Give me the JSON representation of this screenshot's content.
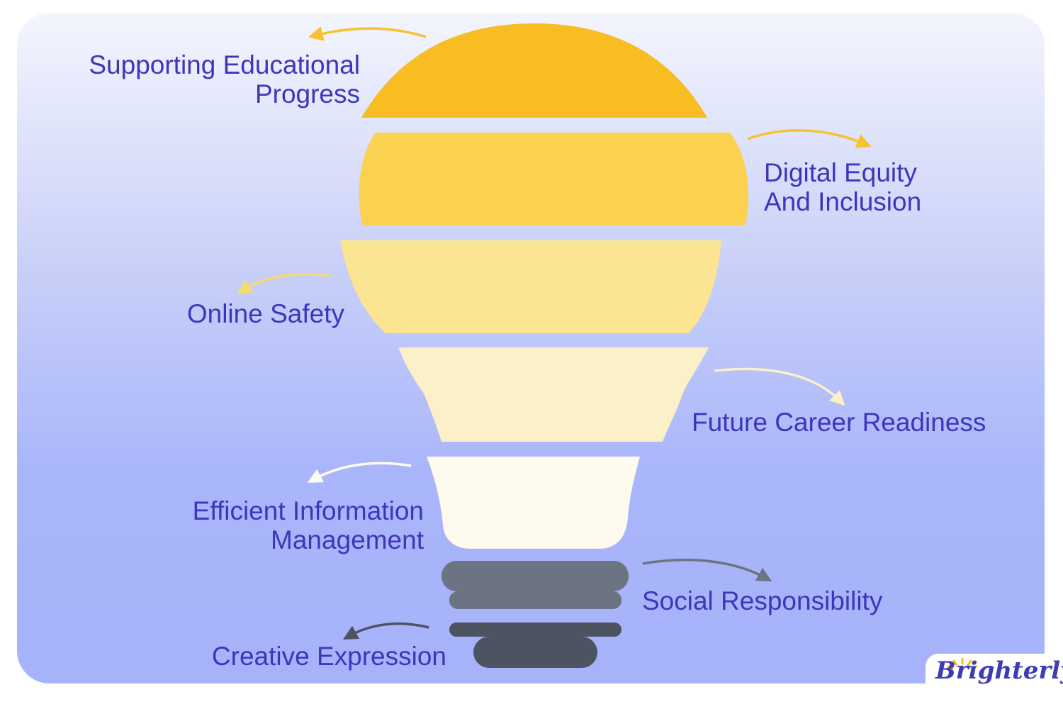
{
  "topics": {
    "supporting_educational_progress": {
      "line1": "Supporting Educational",
      "line2": "Progress"
    },
    "digital_equity": {
      "line1": "Digital Equity",
      "line2": "And Inclusion"
    },
    "online_safety": "Online Safety",
    "future_career_readiness": "Future Career Readiness",
    "efficient_information_management": {
      "line1": "Efficient Information",
      "line2": "Management"
    },
    "social_responsibility": "Social Responsibility",
    "creative_expression": "Creative Expression"
  },
  "brand": {
    "name": "Brighterly"
  },
  "colors": {
    "label_text": "#3d36bc",
    "band_1": "#f8bd22",
    "band_2": "#fbd24f",
    "band_3": "#fbe492",
    "band_4": "#fcf0c8",
    "band_5": "#fefaee",
    "base_light": "#6c7382",
    "base_dark": "#4c5462"
  }
}
